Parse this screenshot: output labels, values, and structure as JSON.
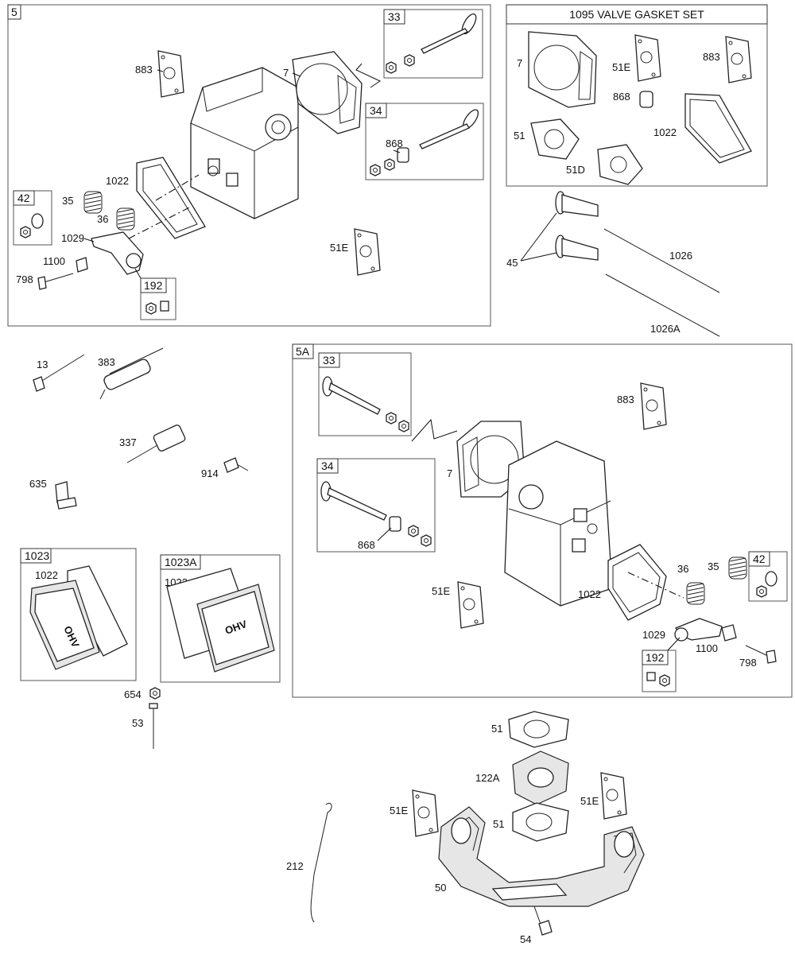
{
  "sections": {
    "s5": "5",
    "s5A": "5A",
    "s1095": "1095 VALVE GASKET SET",
    "s1023": "1023",
    "s1023A": "1023A"
  },
  "subboxes": {
    "b33_top": "33",
    "b34_top": "34",
    "b42_top": "42",
    "b192_top": "192",
    "b33_mid": "33",
    "b34_mid": "34",
    "b42_mid": "42",
    "b192_mid": "192"
  },
  "labels": {
    "s5_883": "883",
    "s5_7": "7",
    "s5_868": "868",
    "s5_1022": "1022",
    "s5_35": "35",
    "s5_36": "36",
    "s5_1029": "1029",
    "s5_1100": "1100",
    "s5_798": "798",
    "s5_51E": "51E",
    "vg_7": "7",
    "vg_51E": "51E",
    "vg_883": "883",
    "vg_868": "868",
    "vg_51": "51",
    "vg_1022": "1022",
    "vg_51D": "51D",
    "p45": "45",
    "p1026": "1026",
    "p1026A": "1026A",
    "p13": "13",
    "p383": "383",
    "p337": "337",
    "p914": "914",
    "p635": "635",
    "c1022": "1022",
    "c1022A": "1022",
    "p654": "654",
    "p53": "53",
    "m883": "883",
    "m7": "7",
    "m868": "868",
    "m51E": "51E",
    "m36": "36",
    "m35": "35",
    "m1022": "1022",
    "m1029": "1029",
    "m1100": "1100",
    "m798": "798",
    "e51a": "51",
    "e122A": "122A",
    "e51E_left": "51E",
    "e51E_right": "51E",
    "e51b": "51",
    "e212": "212",
    "e50": "50",
    "e54": "54"
  },
  "logo_text": "OHV"
}
